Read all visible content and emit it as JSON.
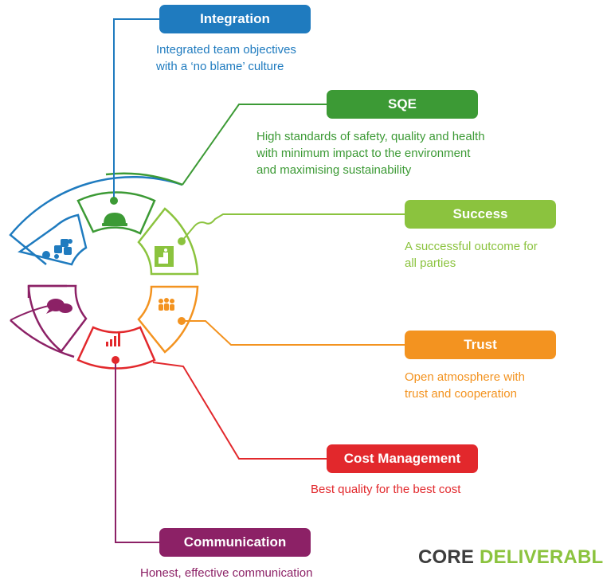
{
  "colors": {
    "integration": "#1f7bbf",
    "sqe": "#3c9a35",
    "success": "#8bc33e",
    "trust": "#f39320",
    "cost": "#e2282c",
    "communication": "#8c2166",
    "core_dark": "#3d3d3d"
  },
  "items": {
    "integration": {
      "title": "Integration",
      "desc_line1": "Integrated team objectives",
      "desc_line2": "with a ‘no blame’ culture",
      "icon": "puzzle-icon"
    },
    "sqe": {
      "title": "SQE",
      "desc_line1": "High standards of safety, quality and health",
      "desc_line2": "with minimum impact to the environment",
      "desc_line3": "and maximising sustainability",
      "icon": "hard-hat-icon"
    },
    "success": {
      "title": "Success",
      "desc_line1": "A successful outcome for",
      "desc_line2": "all parties",
      "icon": "podium-icon"
    },
    "trust": {
      "title": "Trust",
      "desc_line1": "Open atmosphere with",
      "desc_line2": "trust and cooperation",
      "icon": "people-group-icon"
    },
    "cost": {
      "title": "Cost Management",
      "desc_line1": "Best quality for the best cost",
      "icon": "bar-chart-icon"
    },
    "communication": {
      "title": "Communication",
      "desc_line1": "Honest, effective communication",
      "icon": "speech-bubbles-icon"
    }
  },
  "footer": {
    "core_word1": "CORE",
    "core_word2": "DELIVERABLES"
  }
}
